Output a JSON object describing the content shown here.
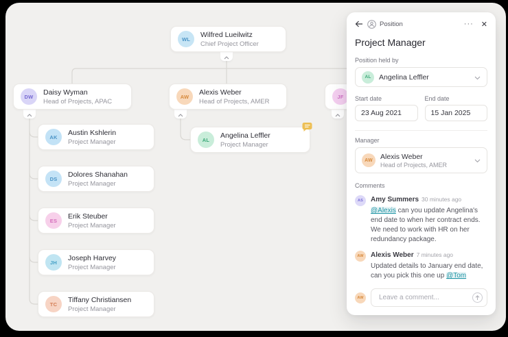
{
  "colors": {
    "frame_bg": "#000000",
    "canvas_bg": "#f1f0ee",
    "panel_bg": "#ffffff",
    "connector": "#d9d7d3",
    "mention_teal": "#2196a6",
    "comment_badge_amber": "#edbf55"
  },
  "icons": {
    "back": "←",
    "more": "···",
    "close": "✕",
    "person": "person-in-circle",
    "dropdown": "chevron-down",
    "collapse": "chevron-up",
    "send": "arrow-up",
    "badge": "speech-bubble"
  },
  "org_chart": {
    "nodes": [
      {
        "initials": "WL",
        "name": "Wilfred Lueilwitz",
        "title": "Chief Project Officer",
        "avatar_style": "background:#c7e5f5;color:#4a93c6"
      },
      {
        "initials": "DW",
        "name": "Daisy Wyman",
        "title": "Head of Projects, APAC",
        "avatar_style": "background:#d9d5f7;color:#7569d1"
      },
      {
        "initials": "AW",
        "name": "Alexis Weber",
        "title": "Head of Projects, AMER",
        "avatar_style": "background:#f8d8ba;color:#d6893b"
      },
      {
        "initials": "JF",
        "avatar_style": "background:#f4cff0;color:#cf72c5"
      },
      {
        "initials": "AK",
        "name": "Austin Kshlerin",
        "title": "Project Manager",
        "avatar_style": "background:#c2e2f6;color:#4a93c6"
      },
      {
        "initials": "DS",
        "name": "Dolores Shanahan",
        "title": "Project Manager",
        "avatar_style": "background:#c4e3f6;color:#4a93c6"
      },
      {
        "initials": "ES",
        "name": "Erik Steuber",
        "title": "Project Manager",
        "avatar_style": "background:#f7d0ea;color:#d56cbb"
      },
      {
        "initials": "JH",
        "name": "Joseph Harvey",
        "title": "Project Manager",
        "avatar_style": "background:#c0e5f2;color:#45a0c6"
      },
      {
        "initials": "TC",
        "name": "Tiffany Christiansen",
        "title": "Project Manager",
        "avatar_style": "background:#f7d4c4;color:#d37c52"
      },
      {
        "initials": "AL",
        "name": "Angelina Leffler",
        "title": "Project Manager",
        "avatar_style": "background:#c9edda;color:#3ba878"
      }
    ]
  },
  "panel": {
    "header": {
      "label": "Position"
    },
    "title": "Project Manager",
    "held_by": {
      "label": "Position held by",
      "value": "Angelina Leffler",
      "avatar_initials": "AL",
      "avatar_style": "background:#c9edda;color:#3ba878"
    },
    "dates": {
      "start_label": "Start date",
      "start_value": "23 Aug 2021",
      "end_label": "End date",
      "end_value": "15 Jan 2025"
    },
    "manager": {
      "label": "Manager",
      "name": "Alexis Weber",
      "title": "Head of Projects, AMER",
      "avatar_initials": "AW",
      "avatar_style": "background:#f8d8ba;color:#d6893b"
    },
    "comments": {
      "label": "Comments",
      "items": [
        {
          "avatar_initials": "AS",
          "avatar_style": "background:#ddd9f8;color:#7a6fd6",
          "author": "Amy Summers",
          "time": "30 minutes ago",
          "mention": "@Alexis",
          "body": " can you update Angelina's end date to when her contract ends. We need to work with HR on her redundancy package."
        },
        {
          "avatar_initials": "AW",
          "avatar_style": "background:#f8d8ba;color:#d6893b",
          "author": "Alexis Weber",
          "time": "7 minutes ago",
          "body": "Updated details to January end date, can you pick this one up ",
          "mention": "@Tom"
        }
      ],
      "input": {
        "placeholder": "Leave a comment...",
        "avatar_initials": "AW",
        "avatar_style": "background:#f8d8ba;color:#d6893b"
      }
    }
  }
}
